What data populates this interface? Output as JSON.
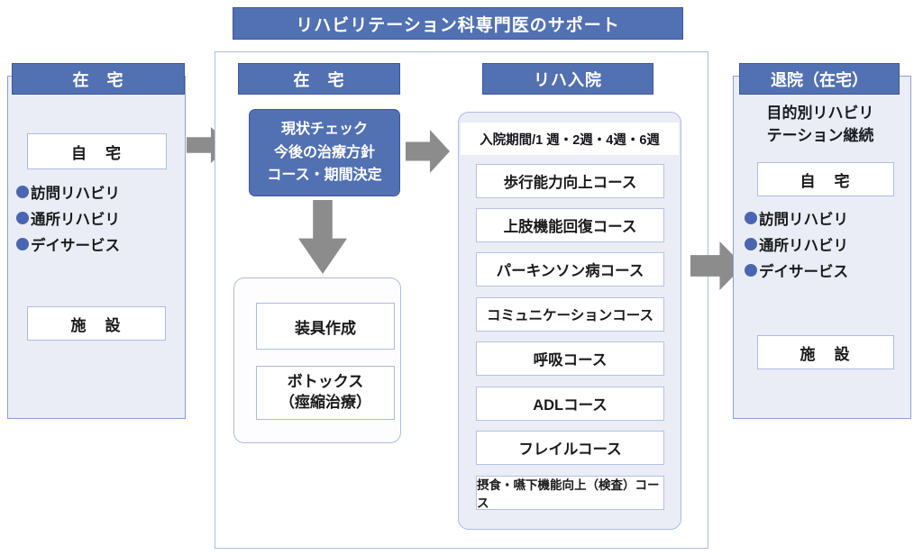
{
  "banner": {
    "title": "リハビリテーション科専門医のサポート"
  },
  "colors": {
    "accent_blue": "#5271b3",
    "panel_bg": "#eaedf6",
    "arrow_gray": "#8c8c8c",
    "bullet_blue": "#4a66b2"
  },
  "left_panel": {
    "header": "在　宅",
    "home_box": "自　宅",
    "bullets": [
      "訪問リハビリ",
      "通所リハビリ",
      "デイサービス"
    ],
    "facility_box": "施　設"
  },
  "center_panel": {
    "header": "在　宅",
    "check_box": {
      "line1": "現状チェック",
      "line2": "今後の治療方針",
      "line3": "コース・期間決定"
    },
    "sub_box1": "装具作成",
    "sub_box2_line1": "ボトックス",
    "sub_box2_line2": "（痙縮治療）"
  },
  "rehab_panel": {
    "header": "リハ入院",
    "period_label": "入院期間/1 週・2週・4週・6週",
    "courses": [
      "歩行能力向上コース",
      "上肢機能回復コース",
      "パーキンソン病コース",
      "コミュニケーションコース",
      "呼吸コース",
      "ADLコース",
      "フレイルコース",
      "摂食・嚥下機能向上（検査）コース"
    ]
  },
  "right_panel": {
    "header": "退院（在宅）",
    "subtitle_line1": "目的別リハビリ",
    "subtitle_line2": "テーション継続",
    "home_box": "自　宅",
    "bullets": [
      "訪問リハビリ",
      "通所リハビリ",
      "デイサービス"
    ],
    "facility_box": "施　設"
  }
}
